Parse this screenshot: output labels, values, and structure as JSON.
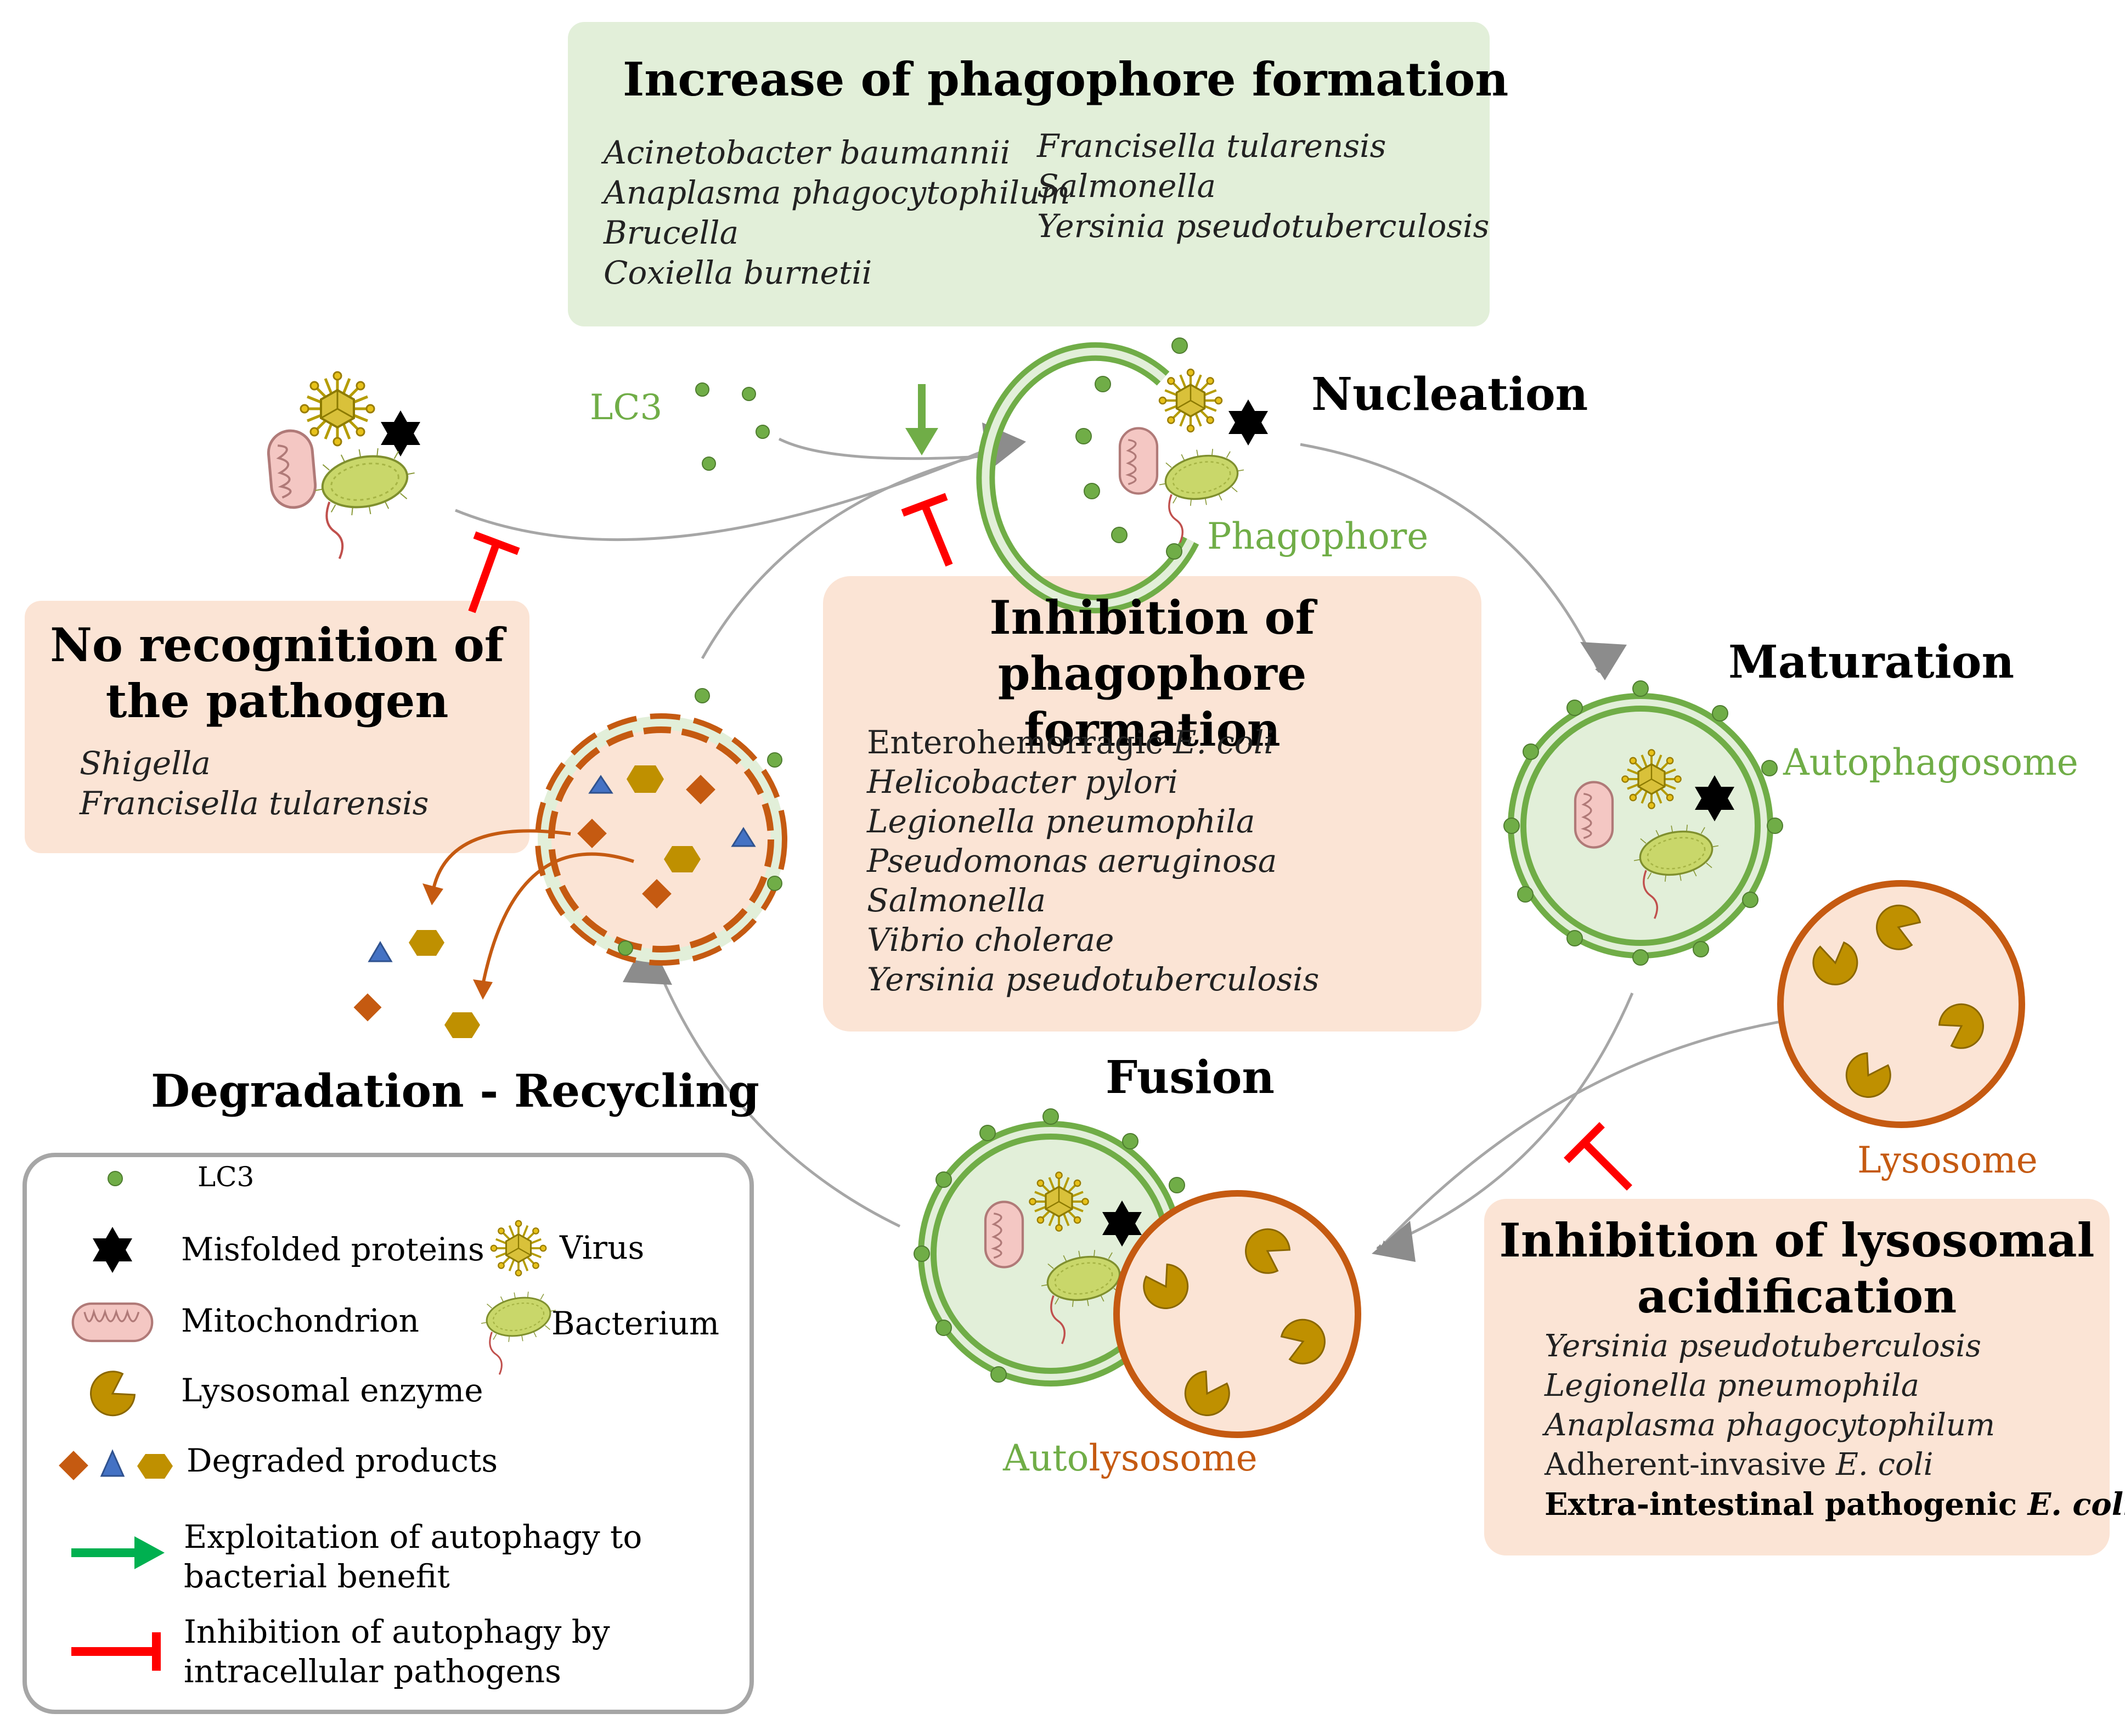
{
  "boxes": {
    "increase": {
      "title": "Increase of phagophore formation",
      "col1": [
        "Acinetobacter baumannii",
        "Anaplasma phagocytophilum",
        "Brucella",
        "Coxiella burnetii"
      ],
      "col2": [
        "Francisella tularensis",
        "Salmonella",
        "Yersinia pseudotuberculosis"
      ]
    },
    "no_recognition": {
      "title_line1": "No recognition of",
      "title_line2": "the pathogen",
      "items": [
        "Shigella",
        "Francisella tularensis"
      ]
    },
    "inhibition_phagophore": {
      "title_line1": "Inhibition of phagophore",
      "title_line2": "formation",
      "first_item_roman": "Enterohemorragic ",
      "first_item_ital": "E. coli",
      "items": [
        "Helicobacter pylori",
        "Legionella pneumophila",
        "Pseudomonas aeruginosa",
        "Salmonella",
        "Vibrio cholerae",
        "Yersinia pseudotuberculosis"
      ]
    },
    "inhibition_lysosomal": {
      "title_line1": "Inhibition of lysosomal",
      "title_line2": "acidification",
      "items": [
        "Yersinia pseudotuberculosis",
        "Legionella pneumophila",
        "Anaplasma phagocytophilum"
      ],
      "aiec_roman": "Adherent-invasive ",
      "aiec_ital": "E. coli",
      "expec_roman": "Extra-intestinal pathogenic ",
      "expec_ital": "E. coli"
    }
  },
  "stages": {
    "nucleation": "Nucleation",
    "maturation": "Maturation",
    "fusion": "Fusion",
    "degradation": "Degradation - Recycling"
  },
  "labels": {
    "lc3": "LC3",
    "phagophore": "Phagophore",
    "autophagosome": "Autophagosome",
    "lysosome": "Lysosome",
    "autolysosome_part1": "Auto",
    "autolysosome_part2": "lysosome"
  },
  "legend": {
    "lc3": "LC3",
    "misfolded": "Misfolded proteins",
    "virus": "Virus",
    "mitochondrion": "Mitochondrion",
    "bacterium": "Bacterium",
    "enzyme": "Lysosomal enzyme",
    "degraded": "Degraded products",
    "exploit_line1": "Exploitation of autophagy to",
    "exploit_line2": "bacterial benefit",
    "inhibit_line1": "Inhibition of autophagy by",
    "inhibit_line2": "intracellular pathogens"
  },
  "colors": {
    "green": "#70ad47",
    "green_light": "#e2efd9",
    "peach": "#fbe4d5",
    "orange": "#c55a11",
    "gold": "#bf9000",
    "blue": "#4472c4",
    "red": "#ff0000",
    "arrow_green": "#00b050",
    "gray_arrow": "#a6a6a6"
  }
}
